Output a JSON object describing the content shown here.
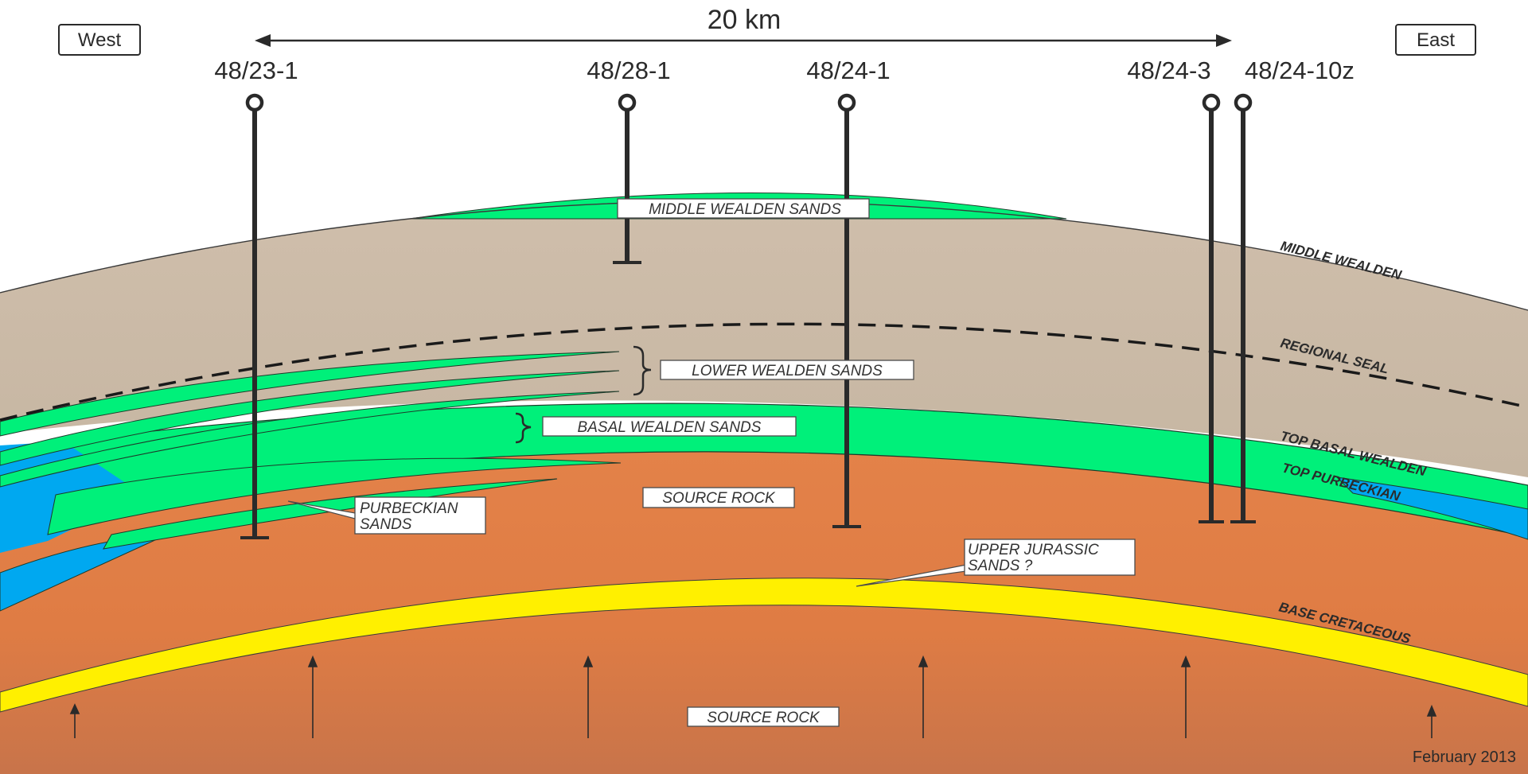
{
  "orientation": {
    "west": "West",
    "east": "East"
  },
  "scale_bar": {
    "label": "20 km"
  },
  "wells": [
    {
      "name": "48/23-1"
    },
    {
      "name": "48/28-1"
    },
    {
      "name": "48/24-1"
    },
    {
      "name": "48/24-3"
    },
    {
      "name": "48/24-10z"
    }
  ],
  "unit_labels": {
    "middle_wealden_sands": "MIDDLE WEALDEN SANDS",
    "lower_wealden_sands": "LOWER WEALDEN SANDS",
    "basal_wealden_sands": "BASAL WEALDEN SANDS",
    "source_rock_upper": "SOURCE ROCK",
    "purbeckian_sands_line1": "PURBECKIAN",
    "purbeckian_sands_line2": "SANDS",
    "upper_jurassic_line1": "UPPER JURASSIC",
    "upper_jurassic_line2": "SANDS ?",
    "source_rock_lower": "SOURCE ROCK"
  },
  "horizons": {
    "middle_wealden": "MIDDLE WEALDEN",
    "regional_seal": "REGIONAL SEAL",
    "top_basal_wealden": "TOP BASAL WEALDEN",
    "top_purbeckian": "TOP PURBECKIAN",
    "base_cretaceous": "BASE CRETACEOUS"
  },
  "date": "February 2013",
  "colors": {
    "wealden_shale": "#cbbcaa",
    "sand_green": "#00f07a",
    "purbeckian_blue": "#00a8f0",
    "source_rock": "#e2804a",
    "jurassic_yellow": "#fff000",
    "well_line": "#2a2a2a"
  }
}
